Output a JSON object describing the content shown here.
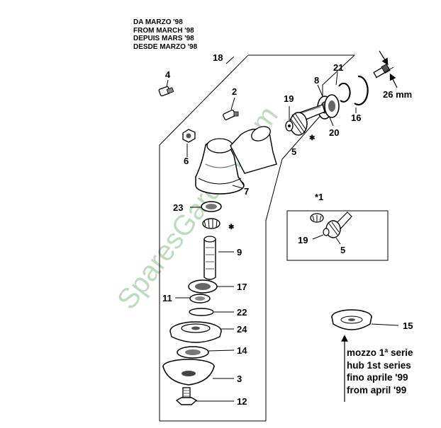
{
  "header": {
    "lines": [
      "DA MARZO '98",
      "FROM MARCH '98",
      "DEPUIS MARS '98",
      "DESDE MARZO '98"
    ]
  },
  "callouts": {
    "p18": "18",
    "p4": "4",
    "p2": "2",
    "p6": "6",
    "p7": "7",
    "p21": "21",
    "p8": "8",
    "p19": "19",
    "p5": "5",
    "p20": "20",
    "p16": "16",
    "p23": "23",
    "p9": "9",
    "p17": "17",
    "p11": "11",
    "p22": "22",
    "p24": "24",
    "p14": "14",
    "p3": "3",
    "p12": "12",
    "p15": "15",
    "inset_1": "*1",
    "inset_19": "19",
    "inset_5": "5"
  },
  "dimension_label": "26 mm",
  "hub_note": {
    "line1": "mozzo 1ª  serie",
    "line2": "hub     1st series",
    "line3": "fino aprile '99",
    "line4": "from april '99"
  },
  "watermark": "SparesGarden.com",
  "colors": {
    "ink": "#000000",
    "watermark": "#86c18a",
    "background": "#ffffff"
  }
}
